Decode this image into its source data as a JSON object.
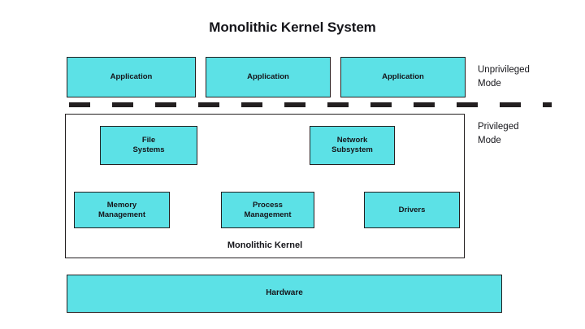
{
  "diagram": {
    "title": "Monolithic Kernel System",
    "colors": {
      "box_fill": "#5CE1E6",
      "stroke": "#231f20",
      "text": "#15151a",
      "background": "#ffffff"
    },
    "applications": [
      {
        "label": "Application"
      },
      {
        "label": "Application"
      },
      {
        "label": "Application"
      }
    ],
    "kernel": {
      "label": "Monolithic Kernel",
      "components": [
        {
          "label": "File\nSystems"
        },
        {
          "label": "Network\nSubsystem"
        },
        {
          "label": "Memory\nManagement"
        },
        {
          "label": "Process\nManagement"
        },
        {
          "label": "Drivers"
        }
      ]
    },
    "hardware": {
      "label": "Hardware"
    },
    "modes": {
      "unprivileged": "Unprivileged\nMode",
      "privileged": "Privileged\nMode"
    }
  }
}
